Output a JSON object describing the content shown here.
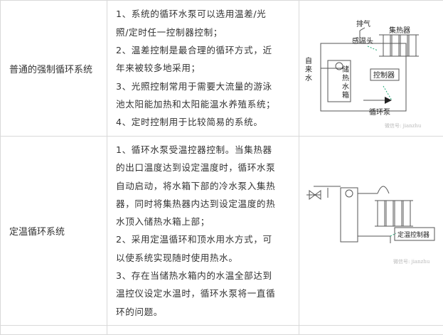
{
  "rows": [
    {
      "name": "普通的强制循环系统",
      "desc_lines": [
        "1、系统的循环水泵可以选用温差/光",
        "照/定时任一控制器控制；",
        "2、温差控制是最合理的循环方式，近",
        "年来被较多地采用；",
        "3、光照控制常用于需要大流量的游泳",
        "池太阳能加热和太阳能温水养殖系统；",
        "4、定时控制用于比较简易的系统。"
      ],
      "diagram": {
        "exhaust": "排气",
        "collector": "集热器",
        "sensor": "感温头",
        "tap_water": [
          "自",
          "来",
          "水"
        ],
        "tank": [
          "储",
          "热",
          "水",
          "箱"
        ],
        "controller": "控制器",
        "pump": "循环泵",
        "watermark": "微信号: jianzhu"
      }
    },
    {
      "name": "定温循环系统",
      "desc_lines": [
        "1、循环水泵受温控器控制。当集热器",
        "的出口温度达到设定温度时，循环水泵",
        "自动启动，将水箱下部的冷水泵入集热",
        "器，同时将集热器内达到设定温度的热",
        "水顶入储热水箱上部；",
        "2、采用定温循环和顶水用水方式，可",
        "以使系统实现随时使用热水。",
        "3、存在当储热水箱内的水温全部达到",
        "温控仪设定水温时，循环水泵将一直循",
        "环的问题。"
      ],
      "diagram": {
        "controller": "定温控制器",
        "watermark": "微信号: jianzhu"
      }
    }
  ]
}
